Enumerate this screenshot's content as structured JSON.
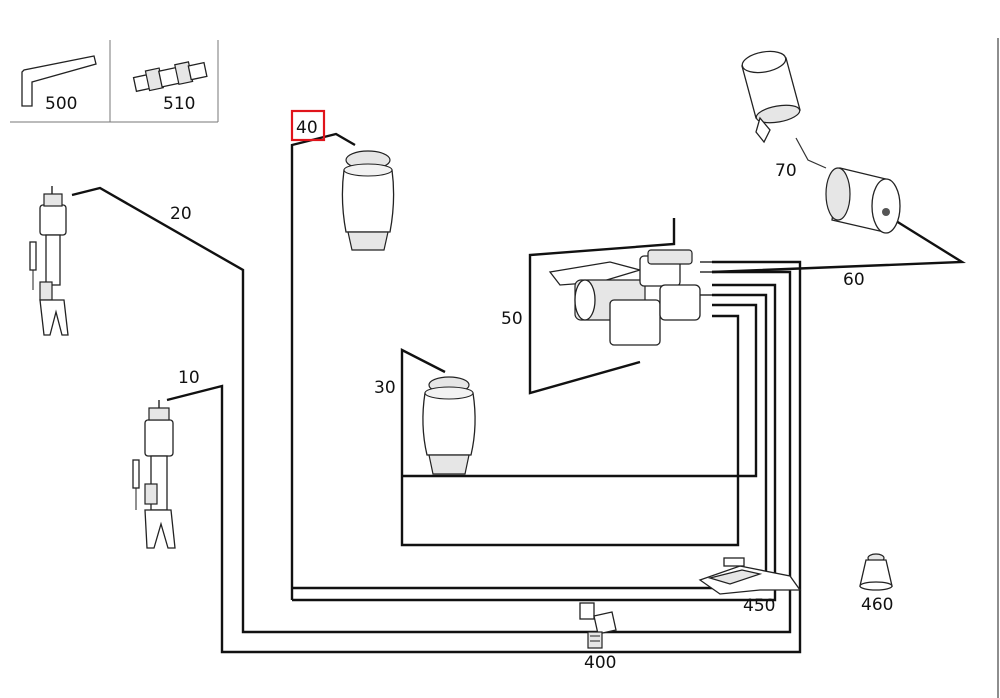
{
  "diagram": {
    "highlight_color": "#e0141b",
    "highlighted_part": "40",
    "callouts": {
      "p500": "500",
      "p510": "510",
      "p40": "40",
      "p20": "20",
      "p70": "70",
      "p60": "60",
      "p50": "50",
      "p10": "10",
      "p30": "30",
      "p450": "450",
      "p460": "460",
      "p400": "400"
    }
  }
}
